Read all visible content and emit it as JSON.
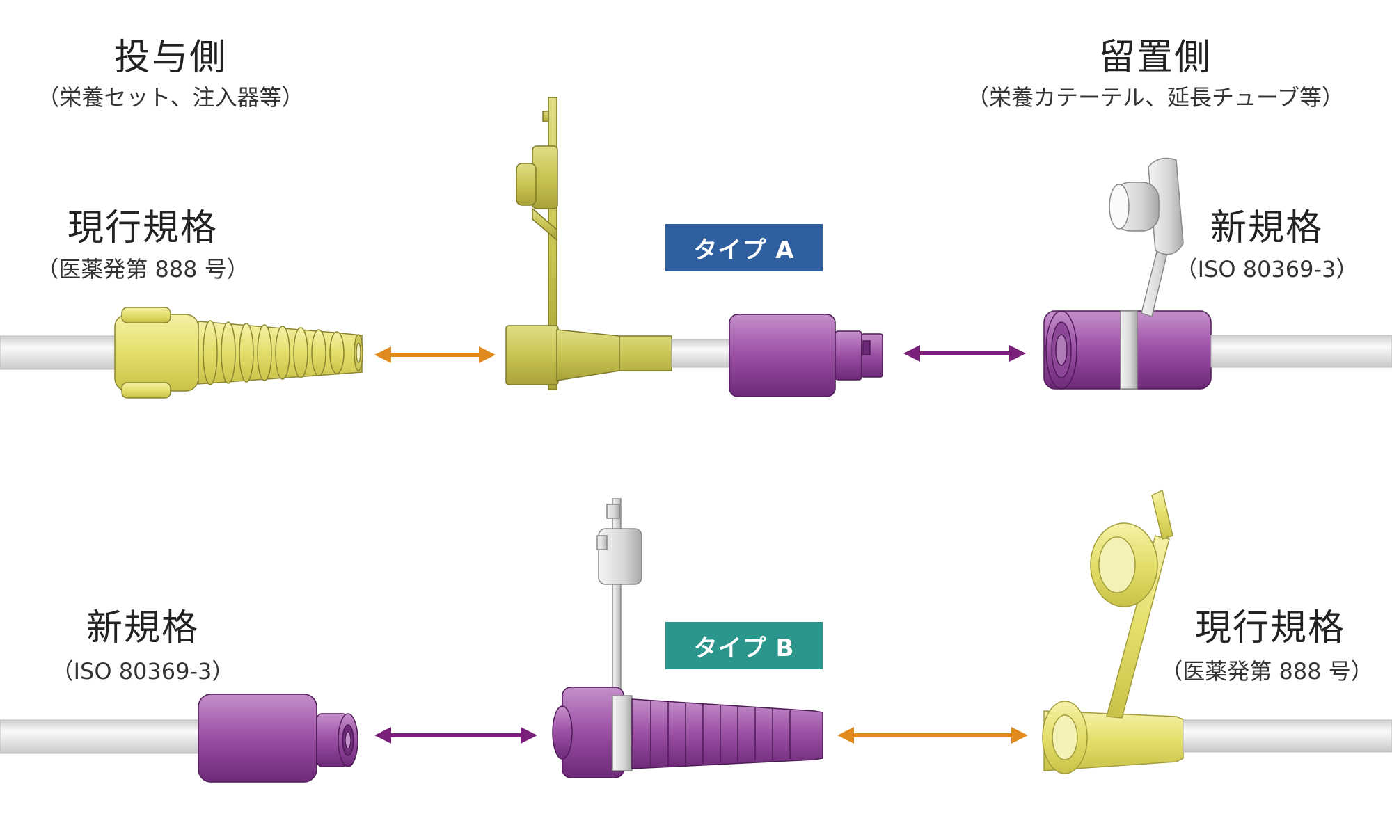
{
  "headers": {
    "left": {
      "title": "投与側",
      "subtitle": "（栄養セット、注入器等）"
    },
    "right": {
      "title": "留置側",
      "subtitle": "（栄養カテーテル、延長チューブ等）"
    }
  },
  "row_a": {
    "left_label": {
      "title": "現行規格",
      "subtitle": "（医薬発第 888 号）"
    },
    "right_label": {
      "title": "新規格",
      "subtitle": "（ISO 80369-3）"
    },
    "badge": {
      "text": "タイプ A",
      "color": "#2f5f9e"
    }
  },
  "row_b": {
    "left_label": {
      "title": "新規格",
      "subtitle": "（ISO 80369-3）"
    },
    "right_label": {
      "title": "現行規格",
      "subtitle": "（医薬発第 888 号）"
    },
    "badge": {
      "text": "タイプ B",
      "color": "#2a968c"
    }
  },
  "colors": {
    "current_standard": "#e8e47a",
    "new_standard": "#9a4fa3",
    "arrow_orange": "#e08a1e",
    "arrow_purple": "#7a1f7a",
    "tube": "#e8e8e8",
    "cap_gray": "#d8d8d8"
  }
}
